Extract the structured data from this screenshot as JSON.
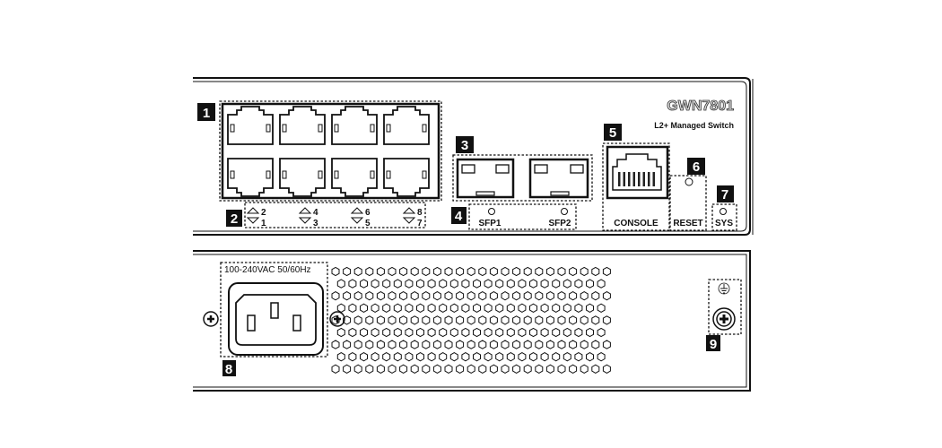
{
  "device": {
    "model": "GWN7801",
    "subtitle": "L2+ Managed Switch"
  },
  "front_panel": {
    "ethernet_ports": 8,
    "led_labels": [
      {
        "top": "2",
        "bottom": "1"
      },
      {
        "top": "4",
        "bottom": "3"
      },
      {
        "top": "6",
        "bottom": "5"
      },
      {
        "top": "8",
        "bottom": "7"
      }
    ],
    "sfp_labels": [
      "SFP1",
      "SFP2"
    ],
    "console_label": "CONSOLE",
    "reset_label": "RESET",
    "sys_label": "SYS"
  },
  "rear_panel": {
    "power_rating": "100-240VAC  50/60Hz"
  },
  "callouts": [
    "1",
    "2",
    "3",
    "4",
    "5",
    "6",
    "7",
    "8",
    "9"
  ]
}
